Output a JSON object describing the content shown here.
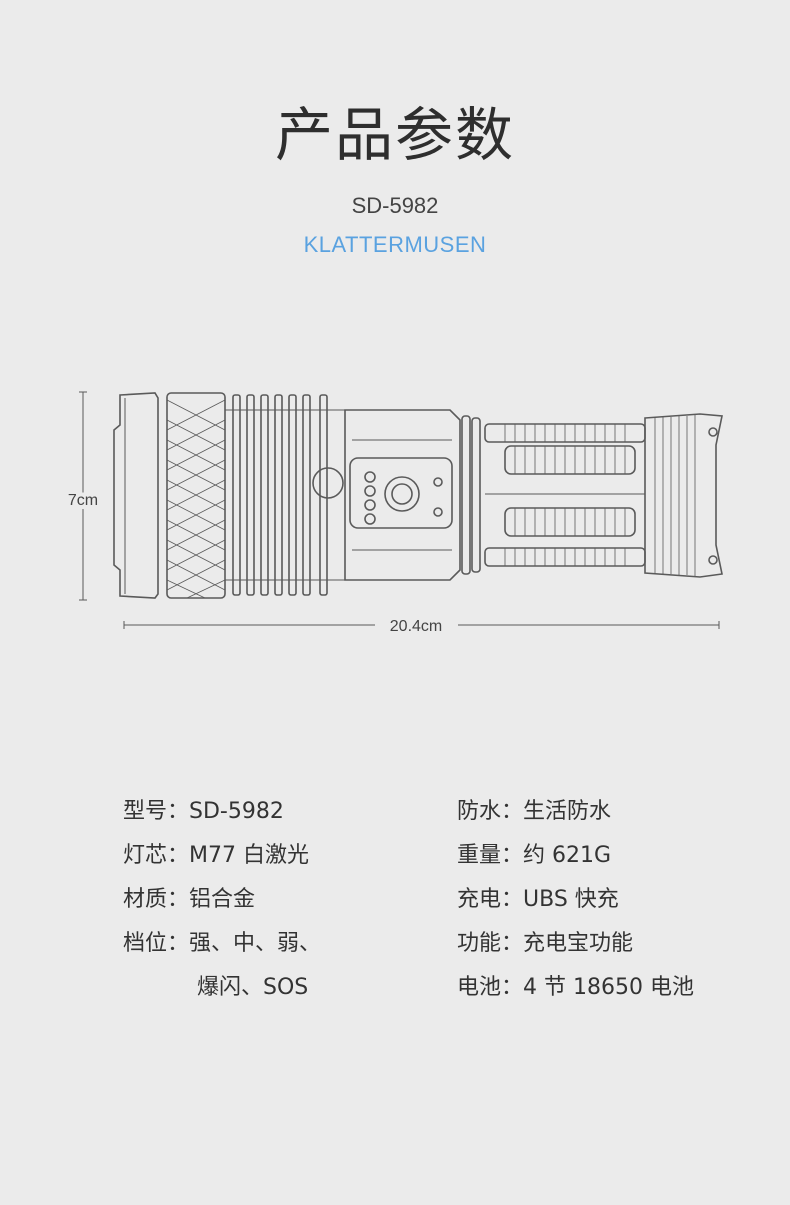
{
  "header": {
    "title": "产品参数",
    "model": "SD-5982",
    "brand": "KLATTERMUSEN"
  },
  "diagram": {
    "height_label": "7cm",
    "length_label": "20.4cm"
  },
  "specs": {
    "left": [
      {
        "key": "型号：",
        "value": "SD-5982"
      },
      {
        "key": "灯芯：",
        "value": "M77 白激光"
      },
      {
        "key": "材质：",
        "value": "铝合金"
      },
      {
        "key": "档位：",
        "value": " 强、中、弱、"
      },
      {
        "key": "",
        "value": "爆闪、SOS"
      }
    ],
    "right": [
      {
        "key": "防水：",
        "value": "生活防水"
      },
      {
        "key": "重量：",
        "value": "约 621G"
      },
      {
        "key": "充电：",
        "value": "UBS 快充"
      },
      {
        "key": "功能：",
        "value": "充电宝功能"
      },
      {
        "key": "电池：",
        "value": "4 节 18650 电池"
      }
    ]
  },
  "colors": {
    "background": "#ebebeb",
    "brand": "#5aa2e0",
    "line": "#555555"
  }
}
